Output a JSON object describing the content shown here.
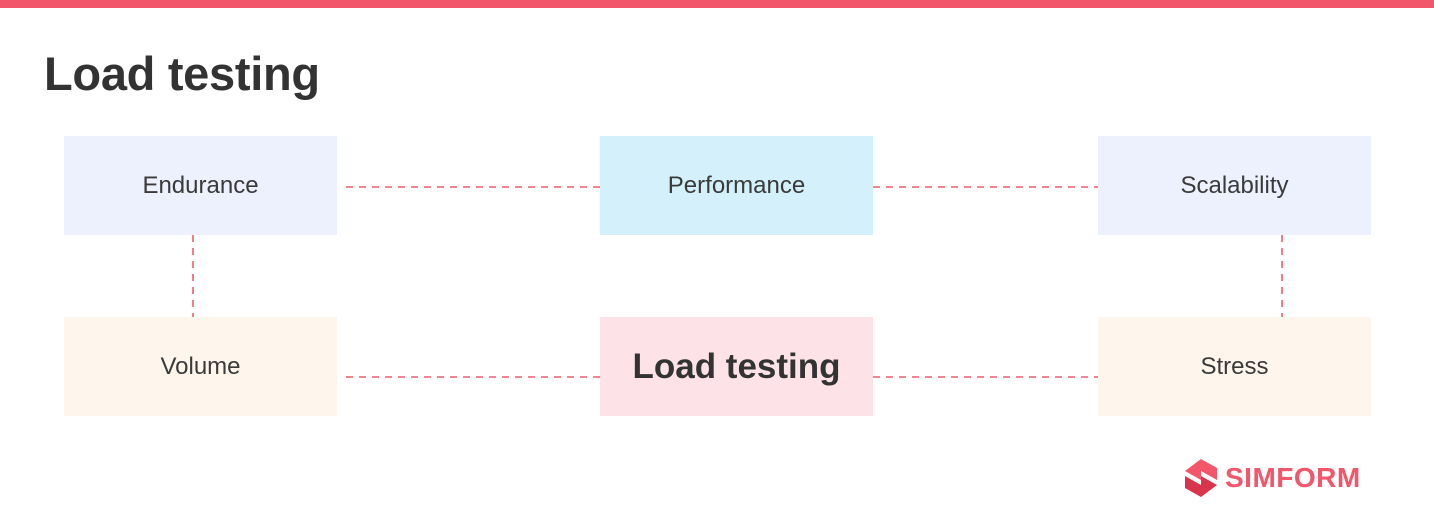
{
  "title": "Load testing",
  "colors": {
    "accent": "#f2566b",
    "connector": "#f05b6e",
    "blue_box": "#edf1fd",
    "cyan_box": "#d4f1fb",
    "cream_box": "#fef6ed",
    "pink_box": "#fde3e8"
  },
  "diagram": {
    "nodes": [
      {
        "id": "endurance",
        "label": "Endurance",
        "fill": "#edf1fd"
      },
      {
        "id": "performance",
        "label": "Performance",
        "fill": "#d4f1fb"
      },
      {
        "id": "scalability",
        "label": "Scalability",
        "fill": "#edf1fd"
      },
      {
        "id": "volume",
        "label": "Volume",
        "fill": "#fef6ed"
      },
      {
        "id": "load",
        "label": "Load testing",
        "fill": "#fde3e8"
      },
      {
        "id": "stress",
        "label": "Stress",
        "fill": "#fef6ed"
      }
    ],
    "edges": [
      {
        "from": "endurance",
        "to": "performance",
        "style": "dashed"
      },
      {
        "from": "performance",
        "to": "scalability",
        "style": "dashed"
      },
      {
        "from": "endurance",
        "to": "volume",
        "style": "dashed"
      },
      {
        "from": "scalability",
        "to": "stress",
        "style": "dashed"
      },
      {
        "from": "volume",
        "to": "load",
        "style": "dashed"
      },
      {
        "from": "load",
        "to": "stress",
        "style": "dashed"
      }
    ]
  },
  "logo": {
    "text": "SIMFORM",
    "icon": "simform-logo-icon"
  }
}
